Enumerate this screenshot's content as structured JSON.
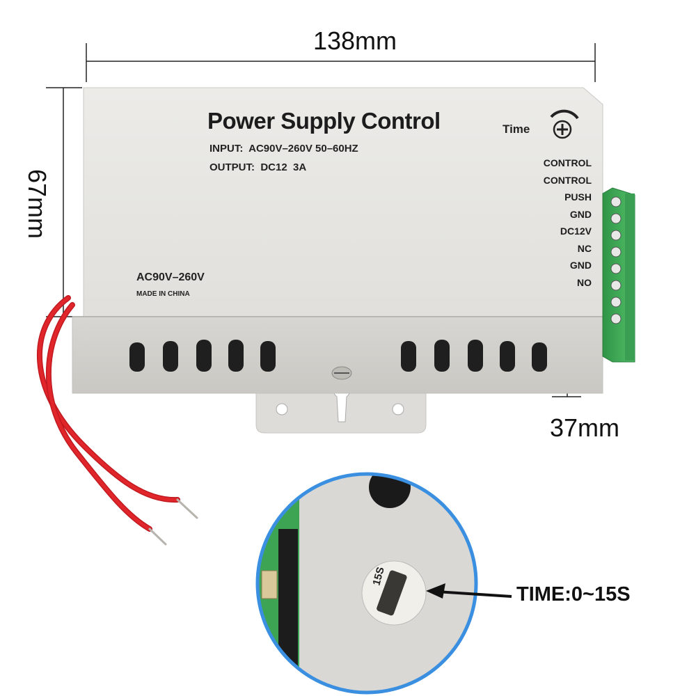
{
  "dimensions": {
    "width_label": "138mm",
    "height_label": "67mm",
    "depth_label": "37mm"
  },
  "device": {
    "title": "Power Supply Control",
    "input_spec": "INPUT:  AC90V–260V 50–60HZ",
    "output_spec": "OUTPUT:  DC12  3A",
    "ac_label": "AC90V–260V",
    "made_in": "MADE IN CHINA",
    "time_label": "Time",
    "terminals": [
      "CONTROL",
      "CONTROL",
      "PUSH",
      "GND",
      "DC12V",
      "NC",
      "GND",
      "NO"
    ]
  },
  "inset": {
    "callout": "TIME:0~15S",
    "dial_text": "15S"
  },
  "colors": {
    "housing": "#e4e4e2",
    "terminal_green": "#3fae5a",
    "wire_red": "#e0262b",
    "inset_ring": "#3a8fe0"
  }
}
